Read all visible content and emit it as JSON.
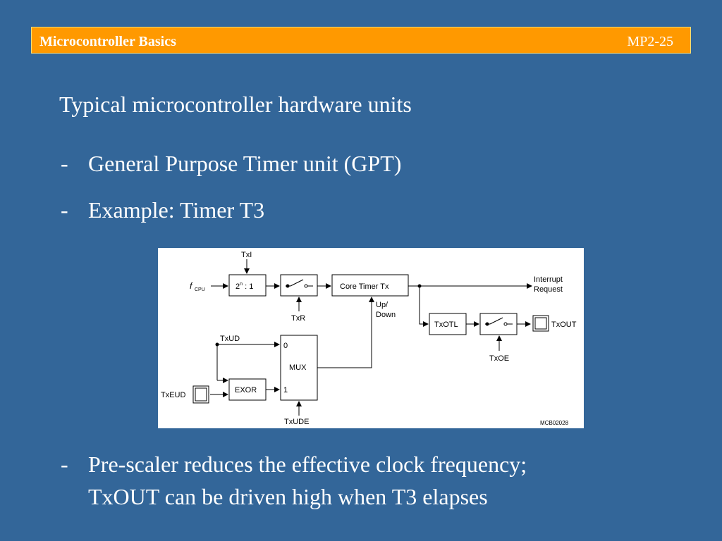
{
  "header": {
    "title": "Microcontroller Basics",
    "page_number": "MP2-25"
  },
  "heading": "Typical microcontroller hardware units",
  "bullets": [
    {
      "dash": "-",
      "text": "General Purpose Timer unit (GPT)"
    },
    {
      "dash": "-",
      "text": "Example: Timer T3"
    }
  ],
  "bottom_bullet": {
    "dash": "-",
    "line1": "Pre-scaler reduces the effective clock frequency;",
    "line2": "TxOUT can be driven high when T3 elapses"
  },
  "diagram": {
    "txi": "TxI",
    "fcpu_f": "f",
    "fcpu_sub": "CPU",
    "prescaler_base": "2",
    "prescaler_exp": "n",
    "prescaler_rest": " : 1",
    "core_timer": "Core Timer Tx",
    "interrupt_line1": "Interrupt",
    "interrupt_line2": "Request",
    "txr": "TxR",
    "updown_line1": "Up/",
    "updown_line2": "Down",
    "txotl": "TxOTL",
    "txout": "TxOUT",
    "txoe": "TxOE",
    "txud": "TxUD",
    "mux": "MUX",
    "mux_in0": "0",
    "mux_in1": "1",
    "exor": "EXOR",
    "txeud": "TxEUD",
    "txude": "TxUDE",
    "figure_code": "MCB02028"
  }
}
